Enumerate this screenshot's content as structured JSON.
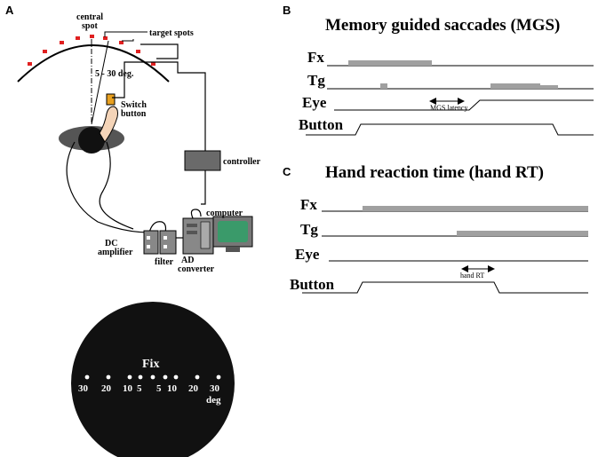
{
  "panels": {
    "A": {
      "label": "A",
      "central_spot": "central\nspot",
      "target_spots": "target spots",
      "angle": "5 - 30 deg.",
      "switch_button": "Switch\nbutton",
      "controller": "controller",
      "computer": "computer",
      "dc_amplifier": "DC\namplifier",
      "filter": "filter",
      "ad_converter": "AD\nconverter",
      "circle": {
        "fix": "Fix",
        "ticks": [
          "30",
          "20",
          "10",
          "5",
          "5",
          "10",
          "20",
          "30"
        ],
        "unit": "deg"
      }
    },
    "B": {
      "label": "B",
      "title": "Memory guided saccades (MGS)",
      "rows": [
        "Fx",
        "Tg",
        "Eye",
        "Button"
      ],
      "latency": "MGS latency"
    },
    "C": {
      "label": "C",
      "title": "Hand reaction time (hand RT)",
      "rows": [
        "Fx",
        "Tg",
        "Eye",
        "Button"
      ],
      "latency": "hand RT"
    }
  },
  "colors": {
    "stim_bar": "#a0a0a0",
    "screen": "#3a9a6a",
    "switch": "#e8a020",
    "target_spot": "#e02020",
    "device": "#6a6a6a",
    "dark": "#111111"
  }
}
